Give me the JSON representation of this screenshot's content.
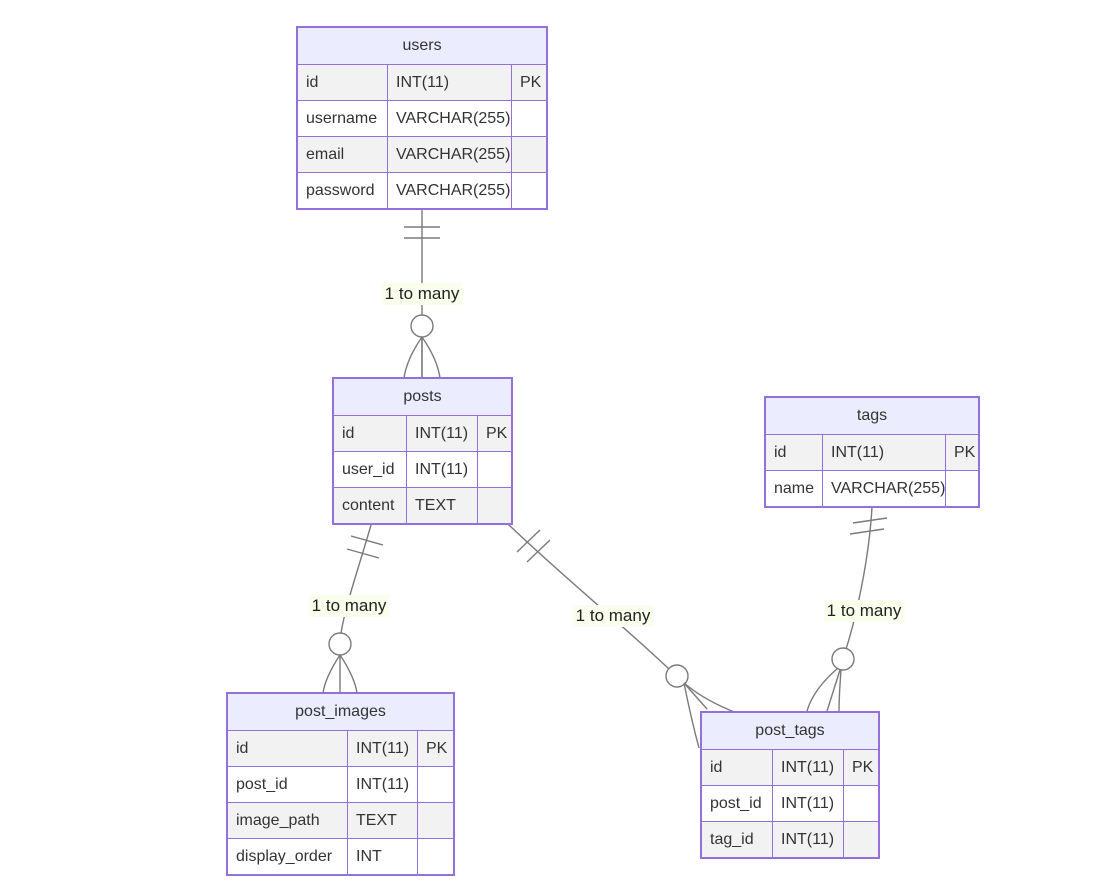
{
  "diagram": {
    "kind": "entity-relationship-diagram",
    "entities": [
      {
        "name": "users",
        "rows": [
          {
            "attr": "id",
            "type": "INT(11)",
            "key": "PK"
          },
          {
            "attr": "username",
            "type": "VARCHAR(255)",
            "key": ""
          },
          {
            "attr": "email",
            "type": "VARCHAR(255)",
            "key": ""
          },
          {
            "attr": "password",
            "type": "VARCHAR(255)",
            "key": ""
          }
        ]
      },
      {
        "name": "posts",
        "rows": [
          {
            "attr": "id",
            "type": "INT(11)",
            "key": "PK"
          },
          {
            "attr": "user_id",
            "type": "INT(11)",
            "key": ""
          },
          {
            "attr": "content",
            "type": "TEXT",
            "key": ""
          }
        ]
      },
      {
        "name": "tags",
        "rows": [
          {
            "attr": "id",
            "type": "INT(11)",
            "key": "PK"
          },
          {
            "attr": "name",
            "type": "VARCHAR(255)",
            "key": ""
          }
        ]
      },
      {
        "name": "post_images",
        "rows": [
          {
            "attr": "id",
            "type": "INT(11)",
            "key": "PK"
          },
          {
            "attr": "post_id",
            "type": "INT(11)",
            "key": ""
          },
          {
            "attr": "image_path",
            "type": "TEXT",
            "key": ""
          },
          {
            "attr": "display_order",
            "type": "INT",
            "key": ""
          }
        ]
      },
      {
        "name": "post_tags",
        "rows": [
          {
            "attr": "id",
            "type": "INT(11)",
            "key": "PK"
          },
          {
            "attr": "post_id",
            "type": "INT(11)",
            "key": ""
          },
          {
            "attr": "tag_id",
            "type": "INT(11)",
            "key": ""
          }
        ]
      }
    ],
    "relationships": [
      {
        "from": "users",
        "to": "posts",
        "label": "1 to many",
        "parent_marker": "exactly-one",
        "child_marker": "zero-or-many"
      },
      {
        "from": "posts",
        "to": "post_images",
        "label": "1 to many",
        "parent_marker": "exactly-one",
        "child_marker": "zero-or-many"
      },
      {
        "from": "posts",
        "to": "post_tags",
        "label": "1 to many",
        "parent_marker": "exactly-one",
        "child_marker": "zero-or-many"
      },
      {
        "from": "tags",
        "to": "post_tags",
        "label": "1 to many",
        "parent_marker": "exactly-one",
        "child_marker": "zero-or-many"
      }
    ],
    "colors": {
      "entity_border": "#9370DB",
      "entity_header_fill": "#ECECFF",
      "row_fill": "#ffffff",
      "row_alt_fill": "#f2f2f2",
      "line": "#7a7a7a",
      "label_background": "#f9ffec",
      "text": "#333333",
      "background": "#ffffff"
    }
  }
}
